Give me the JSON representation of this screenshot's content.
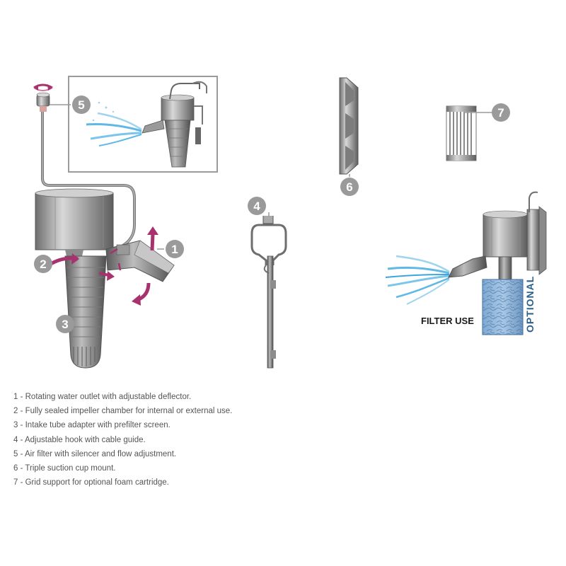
{
  "callouts": {
    "c1": "1",
    "c2": "2",
    "c3": "3",
    "c4": "4",
    "c5": "5",
    "c6": "6",
    "c7": "7"
  },
  "filter_use_label": "FILTER USE",
  "optional_label": "OPTIONAL",
  "legend": [
    "1 - Rotating water outlet with adjustable deflector.",
    "2 - Fully sealed impeller chamber for internal or external use.",
    "3 - Intake tube adapter with prefilter screen.",
    "4 - Adjustable hook with cable guide.",
    "5 - Air filter with silencer and flow adjustment.",
    "6 - Triple suction cup mount.",
    "7 - Grid support for optional foam cartridge."
  ],
  "colors": {
    "callout": "#9a9a9a",
    "arrow": "#a8326e",
    "water": "#5fb8e6",
    "foam": "#5a86b5",
    "body": "#8a8a8a"
  }
}
